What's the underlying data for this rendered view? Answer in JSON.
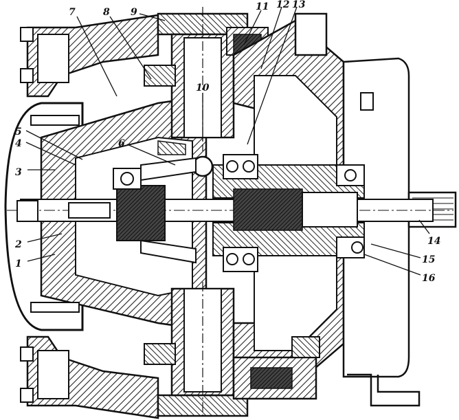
{
  "figure": {
    "callouts": [
      {
        "label": "1"
      },
      {
        "label": "2"
      },
      {
        "label": "3"
      },
      {
        "label": "4"
      },
      {
        "label": "5"
      },
      {
        "label": "6"
      },
      {
        "label": "7"
      },
      {
        "label": "8"
      },
      {
        "label": "9"
      },
      {
        "label": "10"
      },
      {
        "label": "11"
      },
      {
        "label": "12"
      },
      {
        "label": "13"
      },
      {
        "label": "14"
      },
      {
        "label": "15"
      },
      {
        "label": "16"
      }
    ]
  },
  "colors": {
    "ink": "#111111",
    "paper": "#ffffff",
    "hatch": "#222222"
  }
}
